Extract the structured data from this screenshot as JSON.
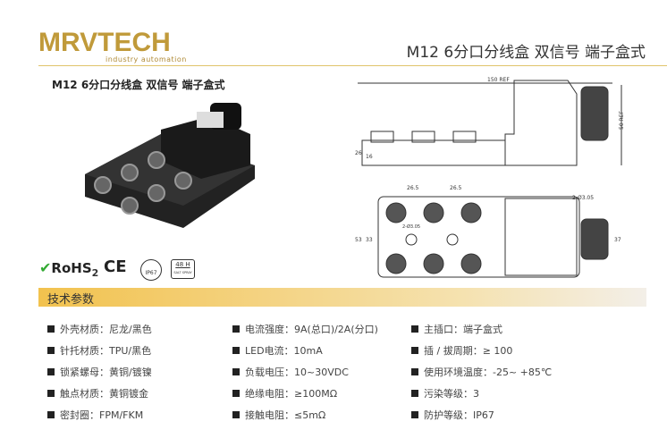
{
  "brand": {
    "logo": "MRVTECH",
    "tagline": "industry automation",
    "color": "#c09a3a"
  },
  "header": {
    "title": "M12 6分口分线盒 双信号 端子盒式"
  },
  "product": {
    "subtitle": "M12 6分口分线盒 双信号 端子盒式"
  },
  "certs": {
    "rohs": "RoHS",
    "rohs_sub": "2",
    "ce": "CE",
    "ip": "IP67",
    "salt": "48 H",
    "salt_sub": "SALT SPRAY"
  },
  "drawing": {
    "dims": [
      "150 REF",
      "50 REF",
      "26",
      "16",
      "26.5",
      "26.5",
      "53",
      "33",
      "37",
      "2-Ø3.05",
      "2-Ø3.05"
    ]
  },
  "section": {
    "title": "技术参数"
  },
  "params": [
    [
      "外壳材质：尼龙/黑色",
      "针托材质：TPU/黑色",
      "锁紧螺母：黄铜/镀镍",
      "触点材质：黄铜镀金",
      "密封圈：FPM/FKM"
    ],
    [
      "电流强度：9A(总口)/2A(分口)",
      "LED电流：10mA",
      "负载电压：10~30VDC",
      "绝缘电阻：≥100MΩ",
      "接触电阻：≤5mΩ"
    ],
    [
      "主插口：端子盒式",
      "插 / 拔周期：≥ 100",
      "使用环境温度：-25~ +85℃",
      "污染等级：3",
      "防护等级：IP67"
    ]
  ]
}
